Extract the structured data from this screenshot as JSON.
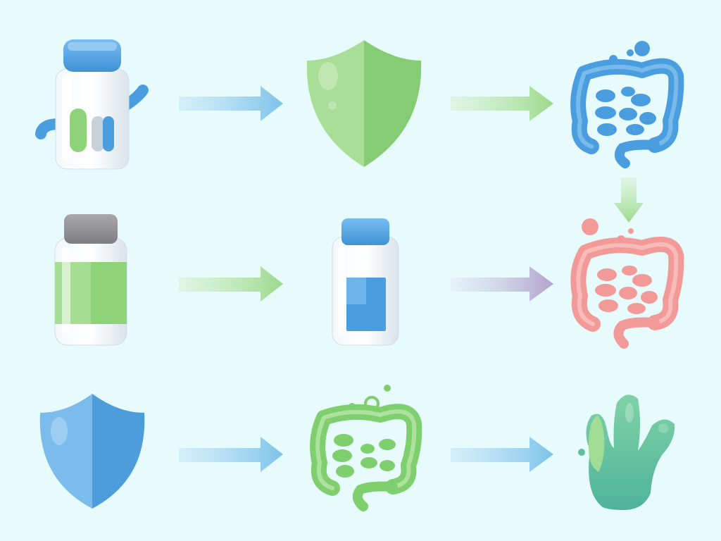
{
  "colors": {
    "background": "#e8fbfc",
    "blue": "#4a9ee0",
    "blue_light": "#8cc6f0",
    "green": "#7fcf6e",
    "green_light": "#b3e3a2",
    "pink": "#f29a98",
    "gray_cap": "#8f8f94",
    "teal_green": "#6cc79a",
    "lavender": "#b6a6cf"
  },
  "nodes": [
    {
      "id": "blue-supplement-jar",
      "icon": "supplement-jar-with-arms-icon",
      "color": "blue"
    },
    {
      "id": "green-shield",
      "icon": "shield-icon",
      "color": "green"
    },
    {
      "id": "blue-intestine",
      "icon": "intestine-icon",
      "color": "blue"
    },
    {
      "id": "green-label-bottle",
      "icon": "bottle-icon",
      "color": "green"
    },
    {
      "id": "blue-cap-bottle",
      "icon": "bottle-icon",
      "color": "blue"
    },
    {
      "id": "pink-intestine",
      "icon": "intestine-icon",
      "color": "pink"
    },
    {
      "id": "blue-shield",
      "icon": "shield-icon",
      "color": "blue"
    },
    {
      "id": "green-intestine",
      "icon": "intestine-icon",
      "color": "green"
    },
    {
      "id": "green-organoid",
      "icon": "organoid-blob-icon",
      "color": "teal_green"
    }
  ],
  "edges": [
    {
      "from": "blue-supplement-jar",
      "to": "green-shield",
      "color": "blue"
    },
    {
      "from": "green-shield",
      "to": "blue-intestine",
      "color": "green"
    },
    {
      "from": "blue-intestine",
      "to": "pink-intestine",
      "color": "green"
    },
    {
      "from": "green-label-bottle",
      "to": "blue-cap-bottle",
      "color": "green"
    },
    {
      "from": "blue-cap-bottle",
      "to": "pink-intestine",
      "color": "lavender"
    },
    {
      "from": "blue-shield",
      "to": "green-intestine",
      "color": "blue"
    },
    {
      "from": "green-intestine",
      "to": "green-organoid",
      "color": "blue"
    }
  ]
}
